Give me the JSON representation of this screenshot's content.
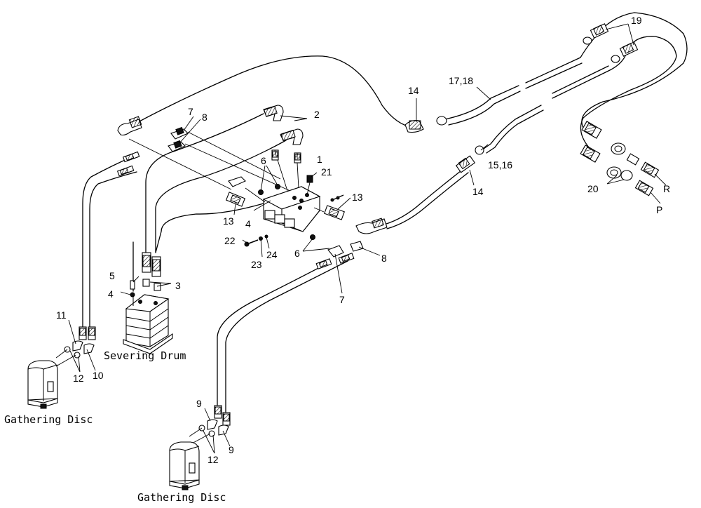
{
  "captions": {
    "severing_drum": "Severing Drum",
    "gathering_disc_left": "Gathering Disc",
    "gathering_disc_bottom": "Gathering Disc"
  },
  "callouts": {
    "n1": "1",
    "n2": "2",
    "n3": "3",
    "n4a": "4",
    "n4b": "4",
    "n5": "5",
    "n6a": "6",
    "n6b": "6",
    "n7a": "7",
    "n7b": "7",
    "n8a": "8",
    "n8b": "8",
    "n9a": "9",
    "n9b": "9",
    "n10": "10",
    "n11": "11",
    "n12a": "12",
    "n12b": "12",
    "n13a": "13",
    "n13b": "13",
    "n14a": "14",
    "n14b": "14",
    "n1516": "15,16",
    "n1718": "17,18",
    "n19": "19",
    "n20": "20",
    "n21": "21",
    "n22": "22",
    "n23": "23",
    "n24": "24",
    "nR": "R",
    "nP": "P"
  }
}
